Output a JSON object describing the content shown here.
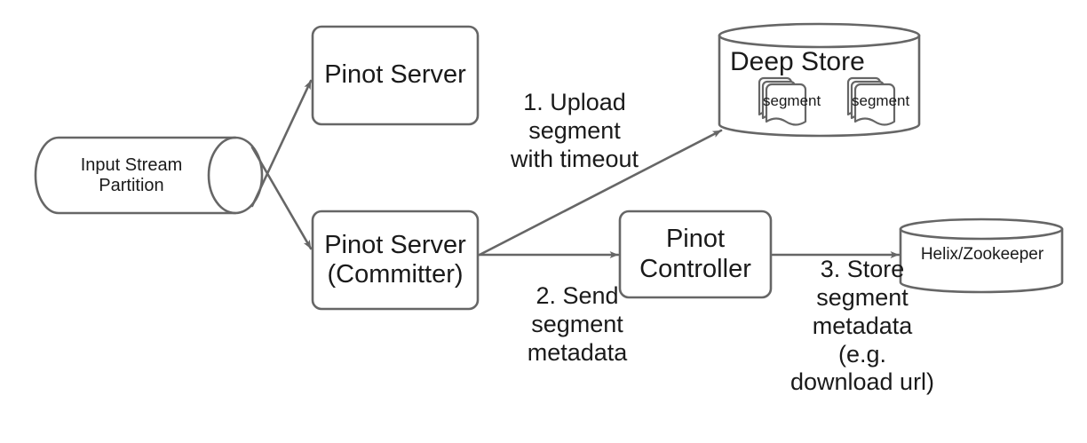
{
  "diagram": {
    "title": "Pinot realtime segment commit flow",
    "stroke_color": "#666666",
    "text_color": "#1a1a1a",
    "background": "#ffffff",
    "nodes": {
      "input_stream": {
        "label": "Input Stream\nPartition",
        "shape": "cylinder-horizontal"
      },
      "pinot_server": {
        "label": "Pinot Server",
        "shape": "rounded-rect"
      },
      "pinot_server_committer": {
        "label": "Pinot Server\n(Committer)",
        "shape": "rounded-rect"
      },
      "pinot_controller": {
        "label": "Pinot\nController",
        "shape": "rounded-rect"
      },
      "deep_store": {
        "label": "Deep Store",
        "shape": "cylinder-vertical"
      },
      "helix_zookeeper": {
        "label": "Helix/Zookeeper",
        "shape": "cylinder-vertical"
      }
    },
    "segments": [
      {
        "label": "segment"
      },
      {
        "label": "segment"
      }
    ],
    "edge_labels": {
      "upload": "1. Upload\nsegment\nwith timeout",
      "send": "2. Send\nsegment\nmetadata",
      "store": "3. Store\nsegment\nmetadata\n(e.g.\ndownload url)"
    },
    "edges": [
      {
        "name": "input-stream-to-pinot-server",
        "from": "input_stream",
        "to": "pinot_server"
      },
      {
        "name": "input-stream-to-committer",
        "from": "input_stream",
        "to": "pinot_server_committer"
      },
      {
        "name": "committer-to-deep-store",
        "from": "pinot_server_committer",
        "to": "deep_store",
        "label": "1. Upload segment with timeout"
      },
      {
        "name": "committer-to-controller",
        "from": "pinot_server_committer",
        "to": "pinot_controller",
        "label": "2. Send segment metadata"
      },
      {
        "name": "controller-to-helix",
        "from": "pinot_controller",
        "to": "helix_zookeeper",
        "label": "3. Store segment metadata (e.g. download url)"
      }
    ]
  }
}
